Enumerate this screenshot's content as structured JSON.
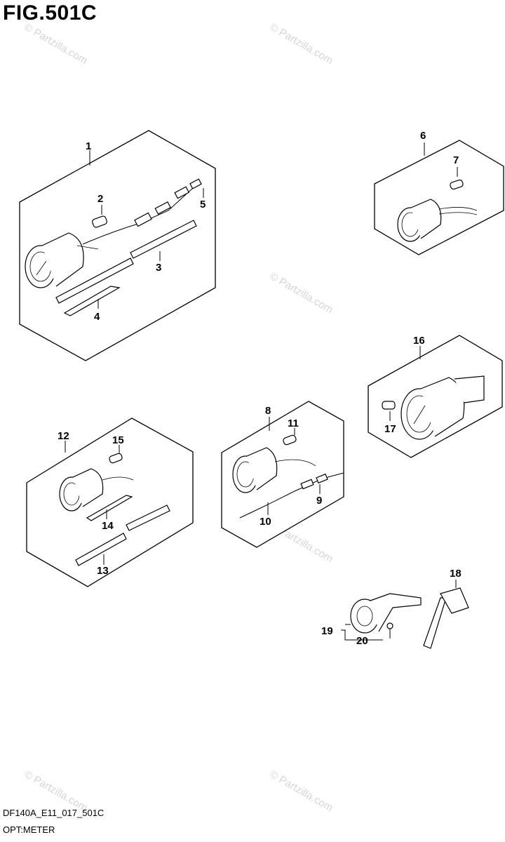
{
  "figure": {
    "title": "FIG.501C",
    "code": "DF140A_E11_017_501C",
    "name": "OPT:METER"
  },
  "watermark": {
    "text": "© Partzilla.com"
  },
  "callouts": [
    "1",
    "2",
    "3",
    "4",
    "5",
    "6",
    "7",
    "8",
    "9",
    "10",
    "11",
    "12",
    "13",
    "14",
    "15",
    "16",
    "17",
    "18",
    "19",
    "20"
  ]
}
